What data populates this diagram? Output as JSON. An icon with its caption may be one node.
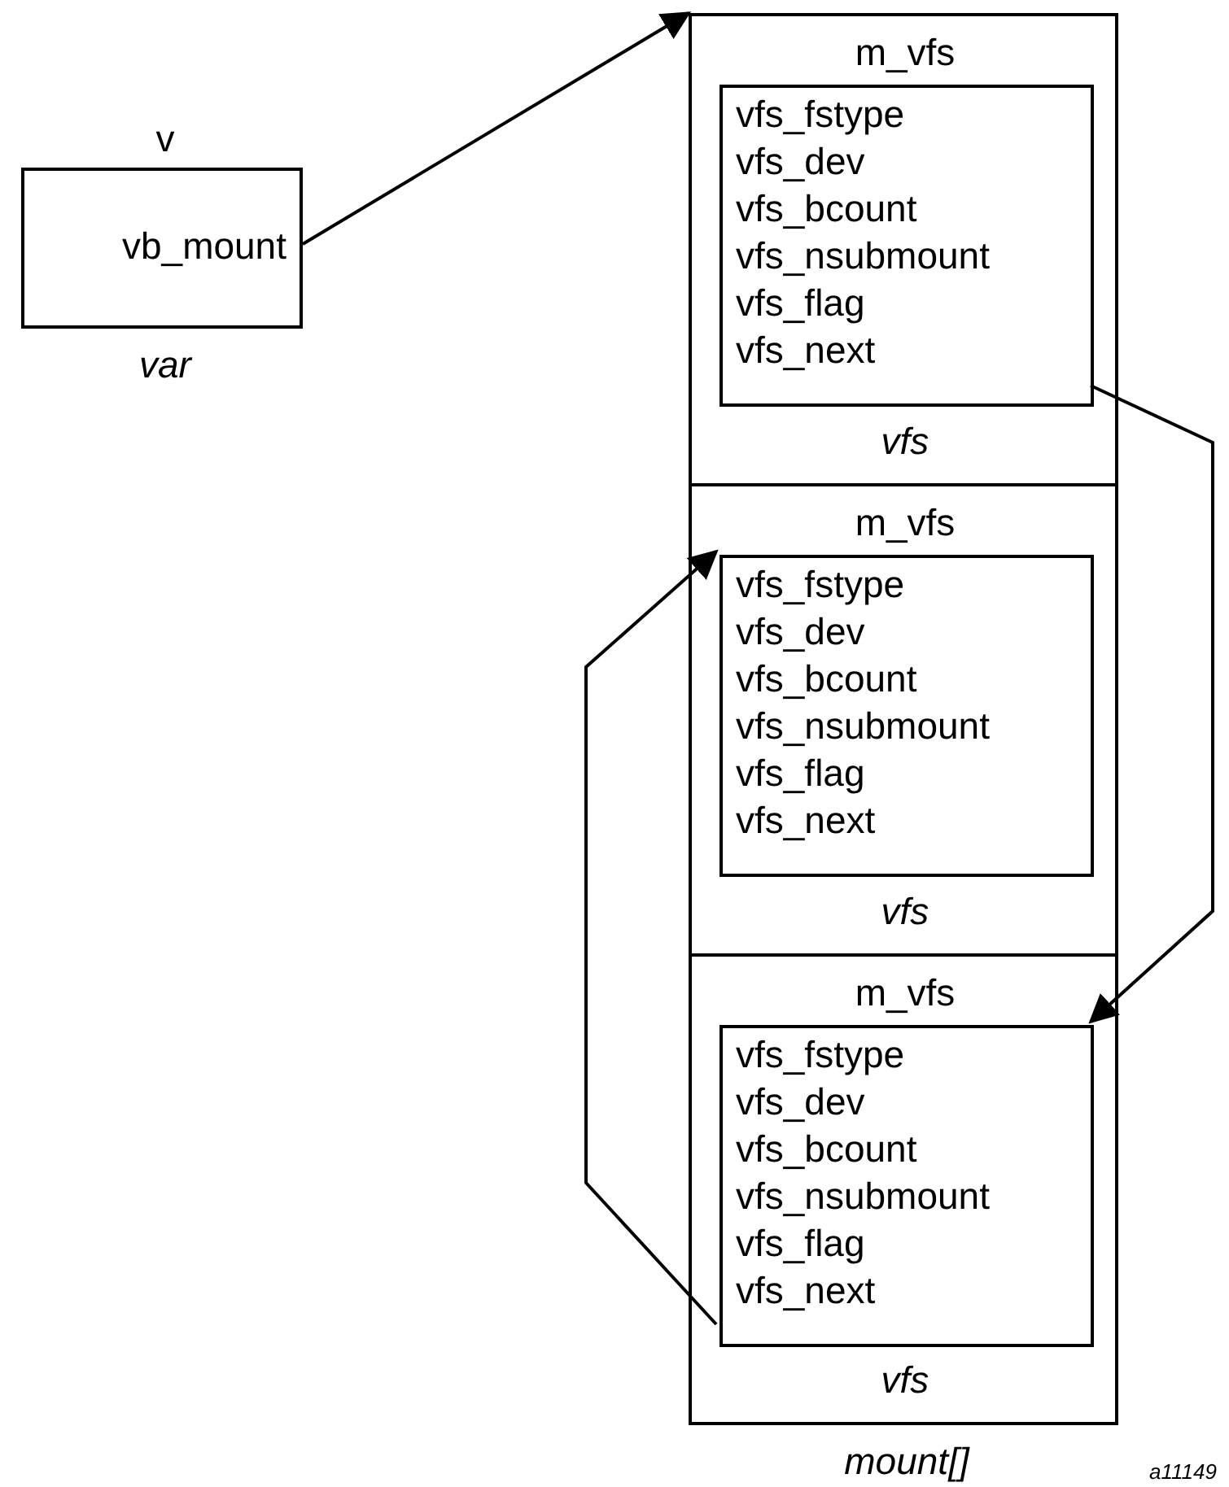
{
  "diagram": {
    "nodes": [
      {
        "text": [
          "v",
          "vb_mount"
        ],
        "beside": [
          "var"
        ]
      },
      {
        "text": [],
        "shape": "box",
        "beside": [
          "mount[]"
        ]
      },
      {
        "text": [
          "m_vfs"
        ],
        "beside": [
          "vfs"
        ],
        "in": 1
      },
      {
        "text": [
          "vfs_fstype",
          "vfs_dev",
          "vfs_bcount",
          "vfs_nsubmount",
          "vfs_flag",
          "vfs_next"
        ],
        "in": 2
      },
      {
        "text": [
          "m_vfs"
        ],
        "beside": [
          "vfs"
        ],
        "in": 1
      },
      {
        "text": [
          "vfs_fstype",
          "vfs_dev",
          "vfs_bcount",
          "vfs_nsubmount",
          "vfs_flag",
          "vfs_next"
        ],
        "in": 4
      },
      {
        "text": [
          "m_vfs"
        ],
        "beside": [
          "vfs"
        ],
        "in": 1
      },
      {
        "text": [
          "vfs_fstype",
          "vfs_dev",
          "vfs_bcount",
          "vfs_nsubmount",
          "vfs_flag",
          "vfs_next"
        ],
        "in": 6
      }
    ],
    "edges": [
      {
        "from": 0,
        "to": 1,
        "arrow": "to"
      },
      {
        "from": 3,
        "to": 7,
        "arrow": "to"
      },
      {
        "from": 7,
        "to": 5,
        "arrow": "to"
      }
    ],
    "labels": [
      "a11149"
    ]
  }
}
